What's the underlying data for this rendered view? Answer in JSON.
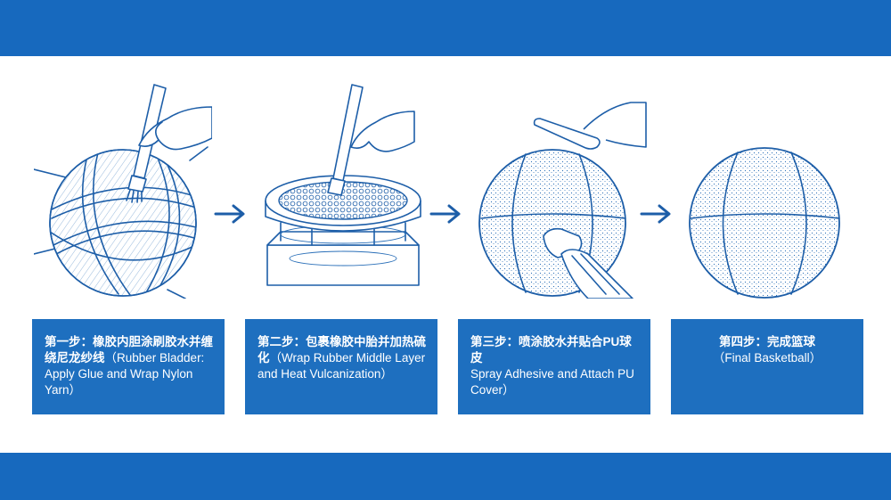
{
  "steps": [
    {
      "zh": "第一步：橡胶内胆涂刷胶水并缠绕尼龙纱线",
      "en": "（Rubber Bladder: Apply Glue and Wrap Nylon Yarn）"
    },
    {
      "zh": "第二步：包裹橡胶中胎并加热硫化",
      "en": "（Wrap Rubber Middle Layer and Heat Vulcanization）"
    },
    {
      "zh": "第三步：喷涂胶水并贴合PU球皮",
      "en": "Spray Adhesive and Attach PU Cover）"
    },
    {
      "zh": "第四步：完成篮球",
      "en": "（Final Basketball）"
    }
  ],
  "colors": {
    "band": "#1769be",
    "caption_bg": "#1e6fbf",
    "line": "#1d5ea8"
  },
  "icons": [
    "right-arrow-icon",
    "yarn-ball-icon",
    "vulcanization-press-icon",
    "adhesive-ball-icon",
    "basketball-icon"
  ]
}
